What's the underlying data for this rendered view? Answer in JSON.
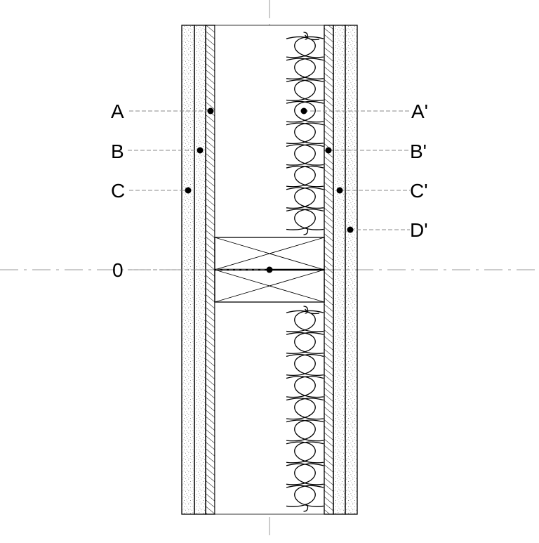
{
  "labels": {
    "left": [
      "A",
      "B",
      "C",
      "0"
    ],
    "right": [
      "A'",
      "B'",
      "C'",
      "D'"
    ]
  },
  "colors": {
    "stroke": "#000000",
    "centerline": "#999999",
    "leader": "#888888",
    "fill": "#ffffff",
    "stipple": "#6e6e6e"
  }
}
